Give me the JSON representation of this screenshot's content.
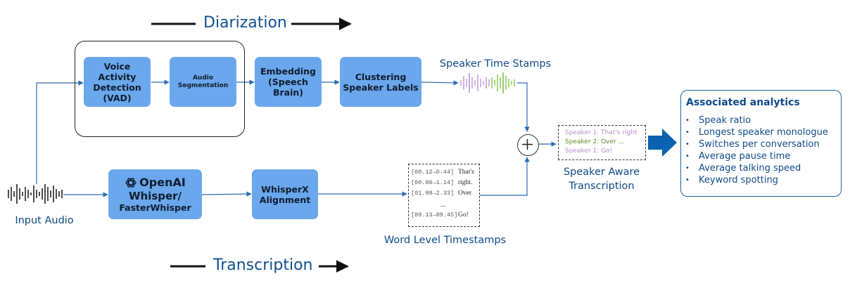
{
  "titles": {
    "diarization": "Diarization",
    "transcription": "Transcription"
  },
  "boxes": {
    "vad": "Voice Activity Detection (VAD)",
    "segmentation": "Audio Segmentation",
    "embedding": "Embedding (Speech Brain)",
    "clustering": "Clustering Speaker Labels",
    "openai_logo": "OpenAI",
    "whisper": "Whisper/",
    "faster": "FasterWhisper",
    "whisperx": "WhisperX Alignment"
  },
  "labels": {
    "input_audio": "Input Audio",
    "speaker_timestamps": "Speaker Time Stamps",
    "word_timestamps": "Word Level Timestamps",
    "speaker_aware_1": "Speaker Aware",
    "speaker_aware_2": "Transcription"
  },
  "word_paper": {
    "rows": [
      {
        "ts": "[00.12→0.44]",
        "word": "That's"
      },
      {
        "ts": "",
        "word": "right."
      },
      {
        "ts": "[00.86→1.14]",
        "word": ""
      },
      {
        "ts": "[01.98→2.33]",
        "word": "Over"
      },
      {
        "ts": "",
        "word": "..."
      },
      {
        "ts": "[89.13→89.45]",
        "word": "Go!"
      }
    ]
  },
  "speaker_box": {
    "lines": [
      {
        "text": "Speaker 1: That's right",
        "color": "#b48ac9"
      },
      {
        "text": "Speaker 2: Over ...",
        "color": "#5a8a2a"
      },
      {
        "text": "Speaker 1: Go!",
        "color": "#b48ac9"
      }
    ]
  },
  "analytics": {
    "heading": "Associated analytics",
    "items": [
      "Speak ratio",
      "Longest speaker monologue",
      "Switches per conversation",
      "Average pause time",
      "Average talking speed",
      "Keyword spotting"
    ]
  },
  "icons": [
    "waveform-icon",
    "colored-waveform-icon",
    "plus-icon",
    "openai-logo-icon",
    "big-arrow-icon"
  ],
  "colors": {
    "box": "#6aa7ec",
    "line": "#2a6ab4",
    "arrow_big": "#0a62b0",
    "title": "#0f5191"
  }
}
